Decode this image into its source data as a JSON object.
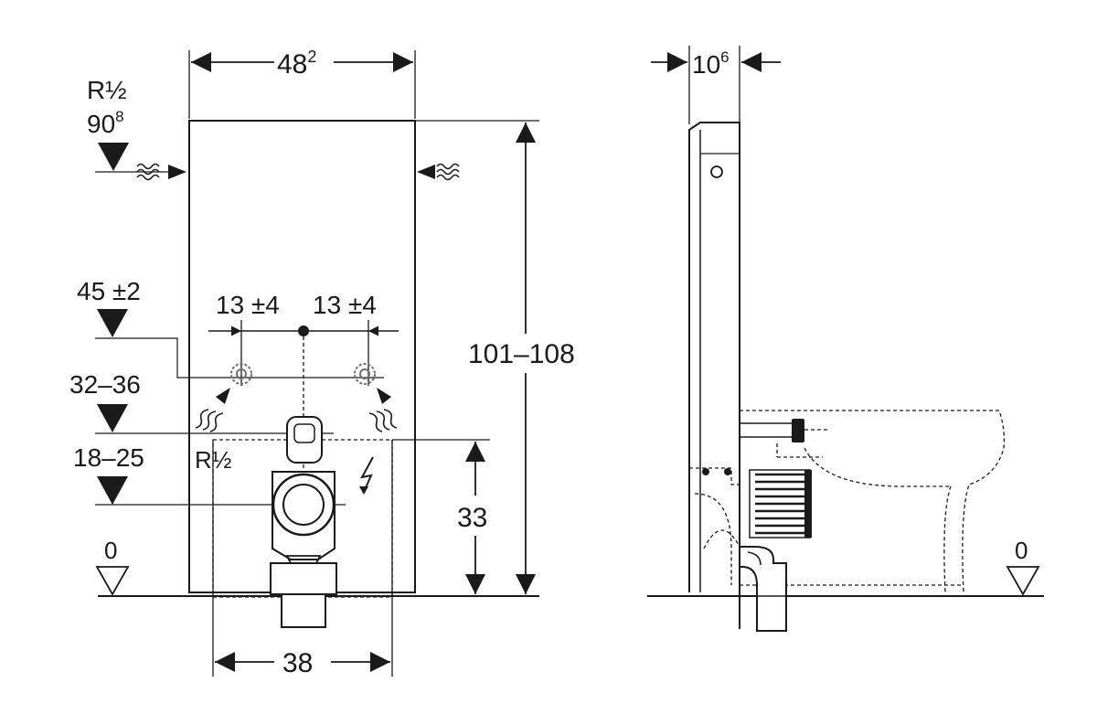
{
  "front_view": {
    "width_dim": {
      "base": "48",
      "sup": "2"
    },
    "water_inlet": {
      "thread": "R½",
      "height_base": "90",
      "height_sup": "8"
    },
    "total_height": "101–108",
    "supply_height": "45 ±2",
    "spacing_left": "13 ±4",
    "spacing_right": "13 ±4",
    "range_upper": "32–36",
    "range_lower": "18–25",
    "inner_thread": "R½",
    "recess_height": "33",
    "recess_width": "38",
    "floor_level": "0"
  },
  "side_view": {
    "depth_dim": {
      "base": "10",
      "sup": "6"
    },
    "floor_level": "0"
  },
  "colors": {
    "line": "#1a1a1a",
    "background": "#ffffff",
    "hatch": "#6e6e6e"
  },
  "icons": [
    "level-marker-filled-icon",
    "level-marker-open-icon",
    "electrical-symbol-icon",
    "water-inlet-arrow-icon"
  ]
}
